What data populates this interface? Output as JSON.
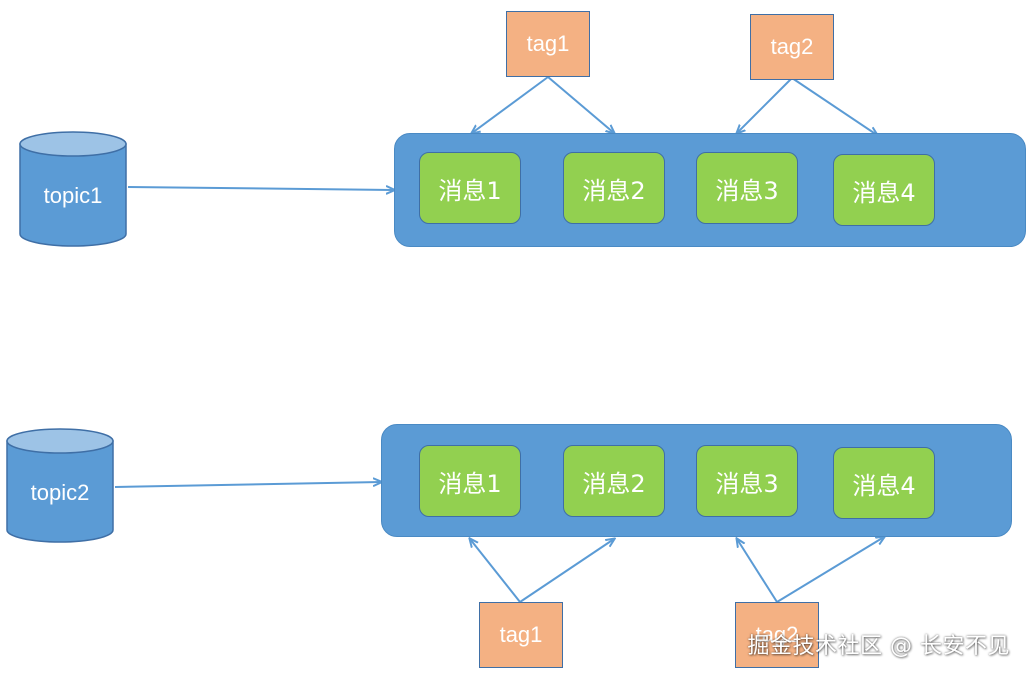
{
  "colors": {
    "queue_fill": "#5b9bd5",
    "message_fill": "#92d050",
    "tag_fill": "#f4b183",
    "arrow": "#5b9bd5",
    "cylinder_body": "#5b9bd5",
    "cylinder_top": "#9dc3e6"
  },
  "diagram": {
    "group1": {
      "topic": "topic1",
      "messages": [
        "消息1",
        "消息2",
        "消息3",
        "消息4"
      ],
      "tags": [
        "tag1",
        "tag2"
      ]
    },
    "group2": {
      "topic": "topic2",
      "messages": [
        "消息1",
        "消息2",
        "消息3",
        "消息4"
      ],
      "tags": [
        "tag1",
        "tag2"
      ]
    }
  },
  "watermark": "掘金技术社区 @ 长安不见"
}
